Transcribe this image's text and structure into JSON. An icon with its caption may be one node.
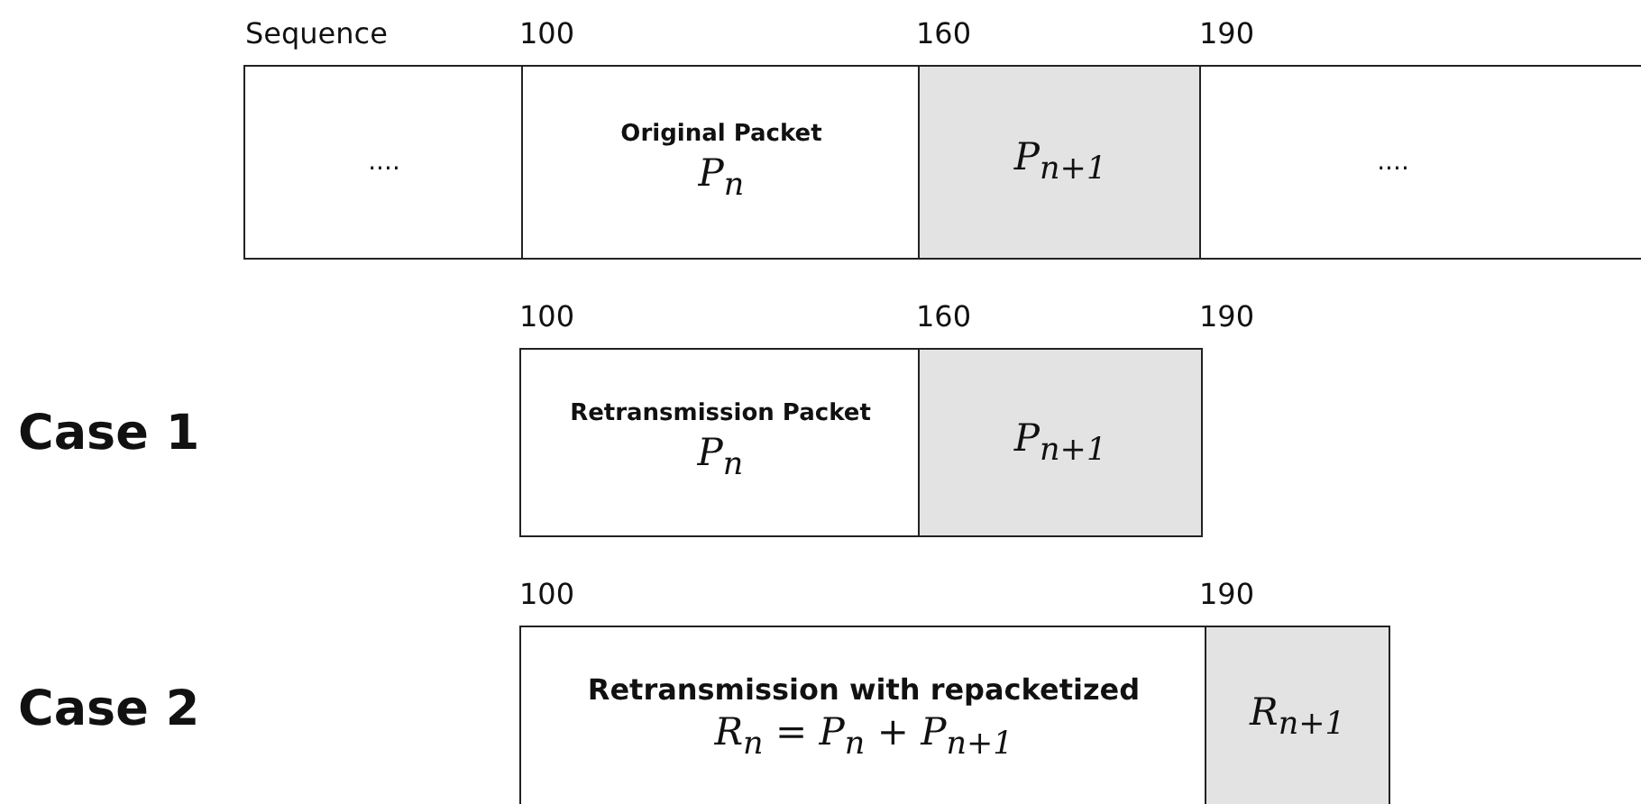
{
  "diagram": {
    "nodes": [
      {
        "text": [
          "...."
        ]
      },
      {
        "text": [
          "Original Packet",
          "P$_{n}$"
        ]
      },
      {
        "text": [
          "P$_{n+1}$"
        ]
      },
      {
        "text": [
          "...."
        ]
      },
      {
        "text": [
          "Retransmission Packet",
          "P$_{n}$"
        ]
      },
      {
        "text": [
          "P$_{n+1}$"
        ]
      },
      {
        "text": [
          "Retransmission with repacketized",
          "R$_{n}$ = P$_{n}$ + P$_{n+1}$"
        ]
      },
      {
        "text": [
          "R$_{n+1}$"
        ]
      }
    ],
    "labels": [
      "Sequence",
      "100",
      "160",
      "190",
      "100",
      "160",
      "190",
      "Case 1",
      "100",
      "190",
      "Case 2"
    ]
  }
}
